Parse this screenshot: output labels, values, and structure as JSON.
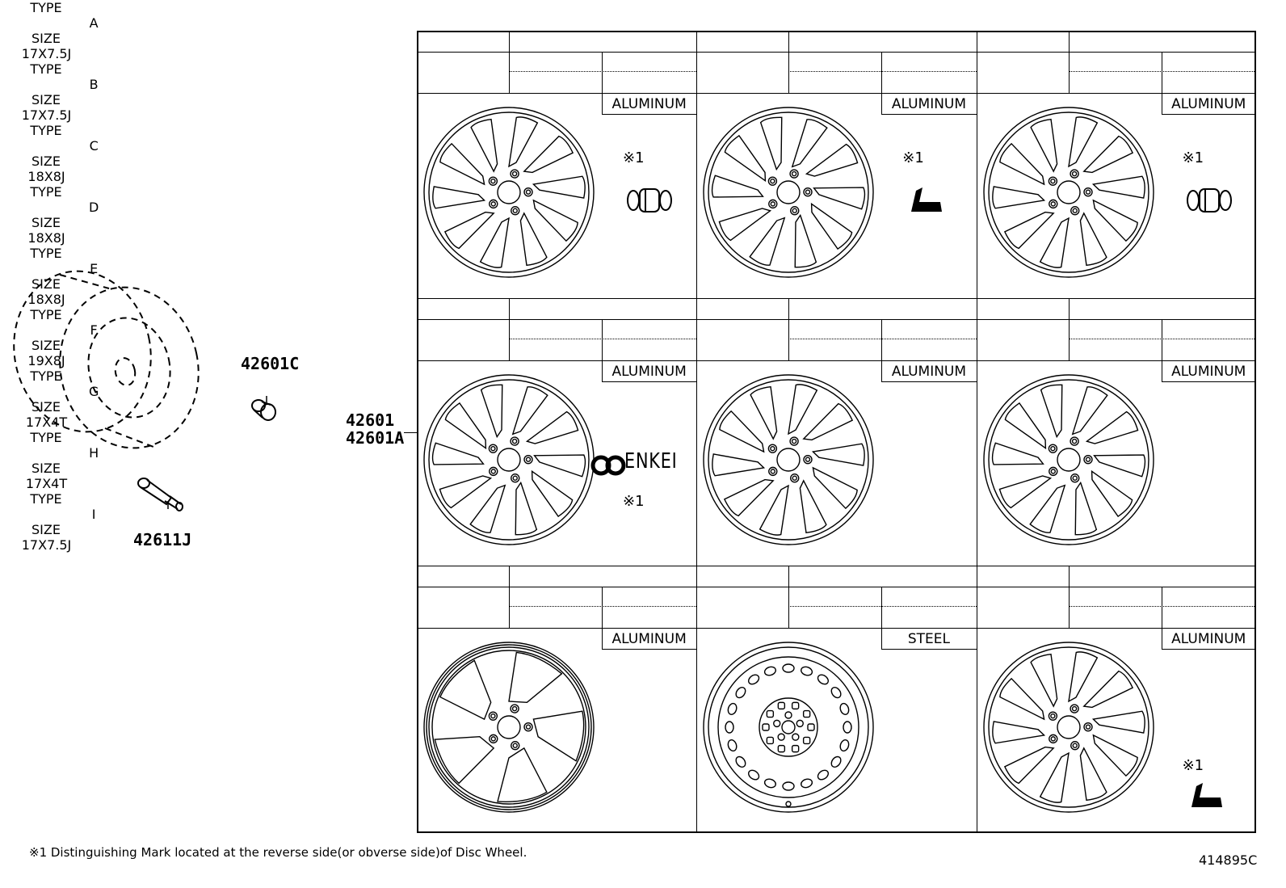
{
  "parts": {
    "cap": "42601C",
    "wheel_main": "42601",
    "wheel_alt": "42601A",
    "valve": "42611J"
  },
  "labels": {
    "type": "TYPE",
    "size": "SIZE"
  },
  "wheels": [
    {
      "type": "A",
      "size": "17X7.5J",
      "material": "ALUMINUM",
      "mark": "※1",
      "mark_icon": "valve-cap-icon"
    },
    {
      "type": "B",
      "size": "17X7.5J",
      "material": "ALUMINUM",
      "mark": "※1",
      "mark_icon": "l-shape-mark-icon"
    },
    {
      "type": "C",
      "size": "18X8J",
      "material": "ALUMINUM",
      "mark": "※1",
      "mark_icon": "valve-cap-icon"
    },
    {
      "type": "D",
      "size": "18X8J",
      "material": "ALUMINUM",
      "mark": "※1",
      "mark_icon": "enkei-logo-icon",
      "brand": "ENKEI"
    },
    {
      "type": "E",
      "size": "18X8J",
      "material": "ALUMINUM",
      "mark": "",
      "mark_icon": ""
    },
    {
      "type": "F",
      "size": "19X8J",
      "material": "ALUMINUM",
      "mark": "",
      "mark_icon": ""
    },
    {
      "type": "G",
      "size": "17X4T",
      "material": "ALUMINUM",
      "mark": "",
      "mark_icon": ""
    },
    {
      "type": "H",
      "size": "17X4T",
      "material": "STEEL",
      "mark": "",
      "mark_icon": ""
    },
    {
      "type": "I",
      "size": "17X7.5J",
      "material": "ALUMINUM",
      "mark": "※1",
      "mark_icon": "l-shape-mark-icon"
    }
  ],
  "footnote": "※1 Distinguishing Mark located at the reverse side(or obverse side)of Disc Wheel.",
  "diagram_id": "414895C"
}
